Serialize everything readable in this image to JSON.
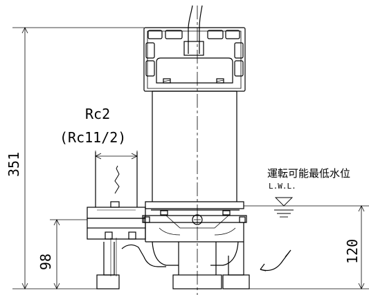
{
  "dimensions": {
    "total_height": "351",
    "outlet_height": "98",
    "lwl_height": "120"
  },
  "outlet": {
    "size_label": "Rc2",
    "size_sub_label": "(Rc11/2)"
  },
  "water_level": {
    "label_jp": "運転可能最低水位",
    "label_abbr": "L.W.L."
  }
}
